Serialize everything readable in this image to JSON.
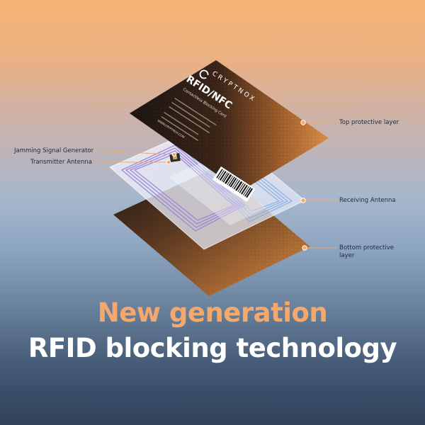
{
  "brand": "CRYPTNOX",
  "card": {
    "title": "RFID/NFC",
    "subtitle": "Contactless Blocking Card",
    "website": "WWW.CRYPTNOX.COM"
  },
  "callouts": {
    "top_layer": "Top protective layer",
    "jamming": "Jamming Signal Generator",
    "transmitter": "Transmitter Antenna",
    "receiving": "Receiving Antenna",
    "bottom_layer_line1": "Bottom protective",
    "bottom_layer_line2": "layer"
  },
  "headline": {
    "line1": "New generation",
    "line2": "RFID blocking technology"
  },
  "colors": {
    "accent": "#f4a86b",
    "card_dark": "#1b1411",
    "card_copper": "#c07a3a",
    "antenna_purple": "#9b7fd8",
    "antenna_blue": "#8fb0e4"
  }
}
